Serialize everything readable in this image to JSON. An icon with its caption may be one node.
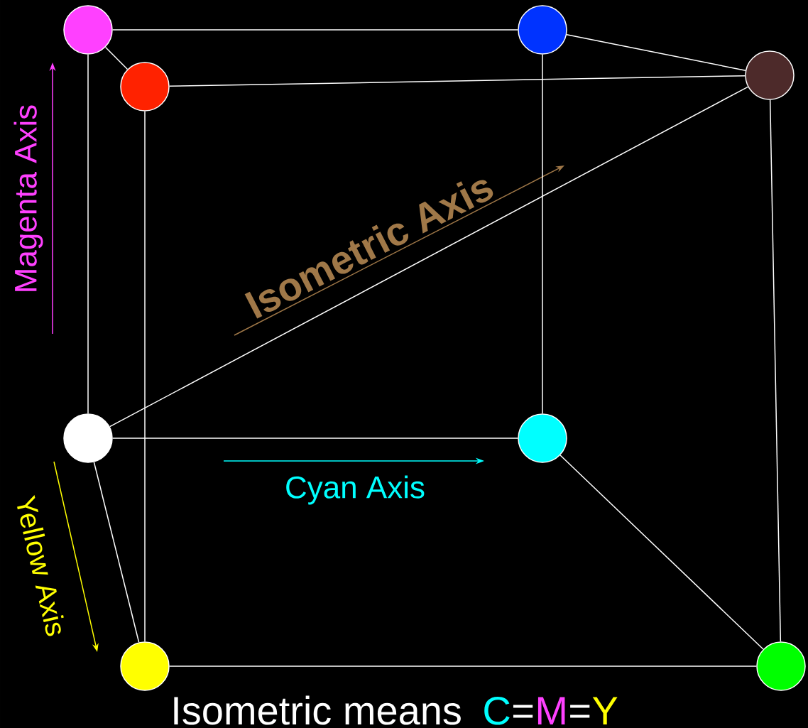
{
  "diagram": {
    "nodes": [
      {
        "text": [],
        "shape": "circle"
      },
      {
        "text": [],
        "shape": "circle"
      },
      {
        "text": [],
        "shape": "circle"
      },
      {
        "text": [],
        "shape": "circle"
      },
      {
        "text": [],
        "shape": "circle"
      },
      {
        "text": [],
        "shape": "circle"
      },
      {
        "text": [],
        "shape": "circle"
      },
      {
        "text": [],
        "shape": "circle"
      }
    ],
    "edges": [
      {
        "from": 0,
        "to": 1,
        "arrow": "none"
      },
      {
        "from": 0,
        "to": 2,
        "arrow": "none"
      },
      {
        "from": 0,
        "to": 4,
        "arrow": "none"
      },
      {
        "from": 1,
        "to": 3,
        "arrow": "none"
      },
      {
        "from": 1,
        "to": 5,
        "arrow": "none"
      },
      {
        "from": 2,
        "to": 3,
        "arrow": "none"
      },
      {
        "from": 2,
        "to": 6,
        "arrow": "none"
      },
      {
        "from": 4,
        "to": 3,
        "arrow": "none"
      },
      {
        "from": 4,
        "to": 5,
        "arrow": "none"
      },
      {
        "from": 4,
        "to": 6,
        "arrow": "none"
      },
      {
        "from": 3,
        "to": 7,
        "arrow": "none"
      },
      {
        "from": 5,
        "to": 7,
        "arrow": "none"
      },
      {
        "from": 6,
        "to": 7,
        "arrow": "none"
      }
    ],
    "labels": [
      "Magenta Axis",
      "Isometric Axis",
      "Cyan Axis",
      "Yellow Axis",
      "Isometric means",
      "C",
      "=",
      "M",
      "=",
      "Y"
    ]
  }
}
